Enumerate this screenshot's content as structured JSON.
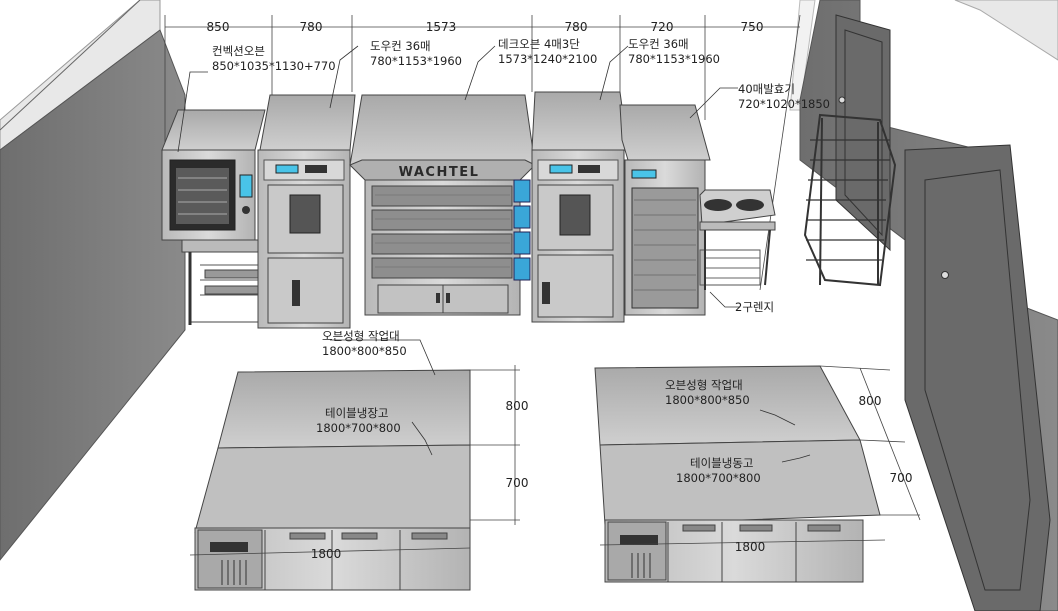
{
  "dimensions_top": [
    "850",
    "780",
    "1573",
    "780",
    "720",
    "750"
  ],
  "brand": "WACHTEL",
  "labels": {
    "convection_oven": {
      "name": "컨벡션오븐",
      "size": "850*1035*1130+770"
    },
    "dough_conditioner_left": {
      "name": "도우컨 36매",
      "size": "780*1153*1960"
    },
    "deck_oven": {
      "name": "데크오븐 4매3단",
      "size": "1573*1240*2100"
    },
    "dough_conditioner_right": {
      "name": "도우컨 36매",
      "size": "780*1153*1960"
    },
    "proofer": {
      "name": "40매발효기",
      "size": "720*1020*1850"
    },
    "range": {
      "name": "2구렌지"
    },
    "worktable_left": {
      "name": "오븐성형 작업대",
      "size": "1800*800*850"
    },
    "fridge_table_left": {
      "name": "테이블냉장고",
      "size": "1800*700*800"
    },
    "worktable_right": {
      "name": "오븐성형 작업대",
      "size": "1800*800*850"
    },
    "freezer_table_right": {
      "name": "테이블냉동고",
      "size": "1800*700*800"
    }
  },
  "dims_left_table": {
    "depth_top": "800",
    "depth_bottom": "700",
    "width": "1800"
  },
  "dims_right_table": {
    "depth_top": "800",
    "depth_bottom": "700",
    "width": "1800"
  },
  "colors": {
    "wall": "#777777",
    "steel": "#c6c6c6",
    "steel_dark": "#9a9a9a",
    "panel_blue": "#3aa6d8",
    "display": "#49c4e8"
  }
}
